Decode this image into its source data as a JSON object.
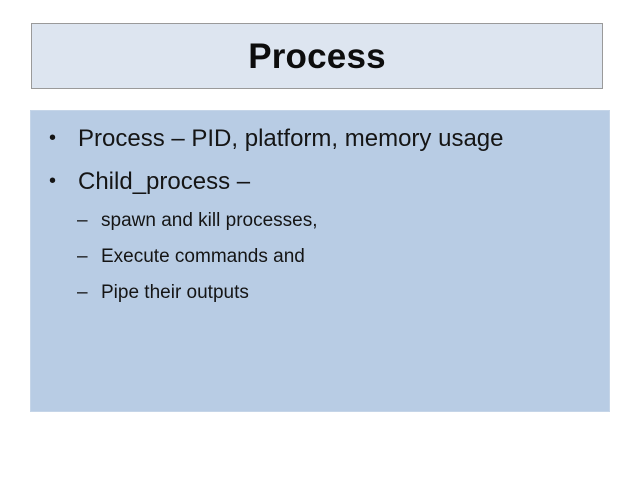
{
  "slide": {
    "title": "Process",
    "title_fill": "#dde5f0",
    "title_border": "#9a9a9a",
    "body_fill": "#b8cce4",
    "text_color": "#151515",
    "bullets": [
      {
        "marker": "•",
        "level": 1,
        "text": "Process – PID, platform, memory usage"
      },
      {
        "marker": "•",
        "level": 1,
        "text": "Child_process –"
      },
      {
        "marker": "–",
        "level": 2,
        "text": "spawn and kill processes,"
      },
      {
        "marker": "–",
        "level": 2,
        "text": "Execute commands and"
      },
      {
        "marker": "–",
        "level": 2,
        "text": "Pipe their outputs"
      }
    ]
  }
}
